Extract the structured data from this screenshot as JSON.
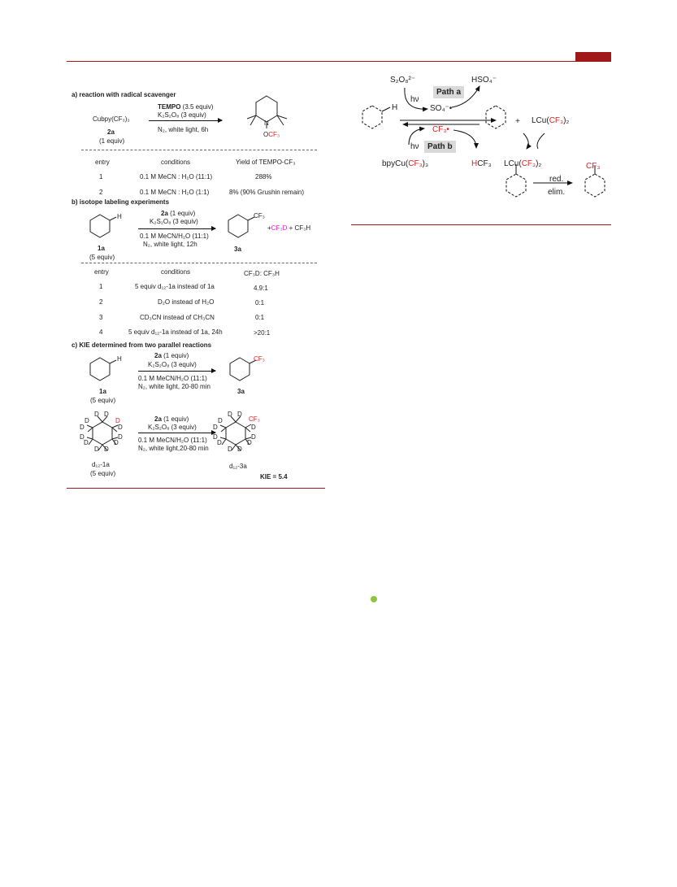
{
  "header": {
    "accent_color": "#a01818"
  },
  "scheme_left": {
    "a": {
      "title": "a) reaction with radical scavenger",
      "reactant": "Cubpy(CF₃)₃",
      "reactant_id": "2a",
      "reactant_equiv": "(1 equiv)",
      "reagent1_name": "TEMPO",
      "reagent1_rest": " (3.5 equiv)",
      "reagent2": "K₂S₂O₈ (3 equiv)",
      "condition": "N₂, white light, 6h",
      "product_n": "N",
      "product_o": "O",
      "product_cf3": "CF₃",
      "table_headers": [
        "entry",
        "conditions",
        "Yield of TEMPO-CF₃"
      ],
      "rows": [
        {
          "entry": "1",
          "conditions": "0.1 M MeCN : H₂O (11:1)",
          "result": "288%"
        },
        {
          "entry": "2",
          "conditions": "0.1 M MeCN : H₂O (1:1)",
          "result": "8% (90% Grushin remain)"
        }
      ]
    },
    "b": {
      "title": "b) isotope labeling experiments",
      "substrate_h": "H",
      "substrate_id": "1a",
      "substrate_equiv": "(5 equiv)",
      "reagent1_id": "2a",
      "reagent1_rest": " (1 equiv)",
      "reagent2": "K₂S₂O₈ (3 equiv)",
      "condition1": "0.1 M MeCN/H₂O (11:1)",
      "condition2": "N₂, white light, 12h",
      "product_cf3": "CF₃",
      "product_id": "3a",
      "byproduct_plus1": "+",
      "byproduct_cf3d": "CF₃D",
      "byproduct_rest": " + CF₃H",
      "table_headers": [
        "entry",
        "conditions",
        "CF₃D: CF₃H"
      ],
      "rows": [
        {
          "entry": "1",
          "conditions": "5 equiv d₁₂-1a instead of 1a",
          "result": "4.9:1"
        },
        {
          "entry": "2",
          "conditions": "D₂O instead of H₂O",
          "result": "0:1"
        },
        {
          "entry": "3",
          "conditions": "CD₃CN instead of CH₃CN",
          "result": "0:1"
        },
        {
          "entry": "4",
          "conditions": "5 equiv d₁₂-1a instead of 1a, 24h",
          "result": ">20:1"
        }
      ]
    },
    "c": {
      "title": "c) KIE determined from two parallel reactions",
      "top": {
        "substrate_h": "H",
        "substrate_id": "1a",
        "substrate_equiv": "(5 equiv)",
        "reagent1_id": "2a",
        "reagent1_rest": " (1 equiv)",
        "reagent2": "K₂S₂O₈ (3 equiv)",
        "condition1": "0.1 M MeCN/H₂O (11:1)",
        "condition2": "N₂, white light, 20-80 min",
        "product_cf3": "CF₃",
        "product_id": "3a"
      },
      "bottom": {
        "d_label": "D",
        "substrate_id": "d₁₂-1a",
        "substrate_equiv": "(5 equiv)",
        "reagent1_id": "2a",
        "reagent1_rest": " (1 equiv)",
        "reagent2": "K₂S₂O₈ (3 equiv)",
        "condition1": "0.1 M MeCN/H₂O (11:1)",
        "condition2": "N₂, white light,20-80 min",
        "product_cf3": "CF₃",
        "product_id": "d₁₂-3a"
      },
      "kie": "KIE = 5.4"
    }
  },
  "scheme_right": {
    "s2o8": "S₂O₈²⁻",
    "hso4": "HSO₄⁻",
    "path_a": "Path a",
    "hv_a": "hν",
    "so4": "SO₄⁻•",
    "h_label": "H",
    "plus": "+",
    "lcu_prefix": "LCu(",
    "lcu_cf3": "CF₃",
    "lcu_suffix": ")₂",
    "cf3_radical": "CF₃•",
    "hv_b": "hν",
    "path_b": "Path b",
    "bpycu_prefix": "bpyCu(",
    "bpycu_cf3": "CF₃",
    "bpycu_suffix": ")₃",
    "hcf3_h": "H",
    "hcf3_cf3": "CF₃",
    "int_prefix": "LCu(",
    "int_cf3": "CF₃",
    "int_suffix": ")₂",
    "red_label": "red.",
    "elim_label": "elim.",
    "product_cf3": "CF₃"
  },
  "dot_color": "#8cc63f"
}
